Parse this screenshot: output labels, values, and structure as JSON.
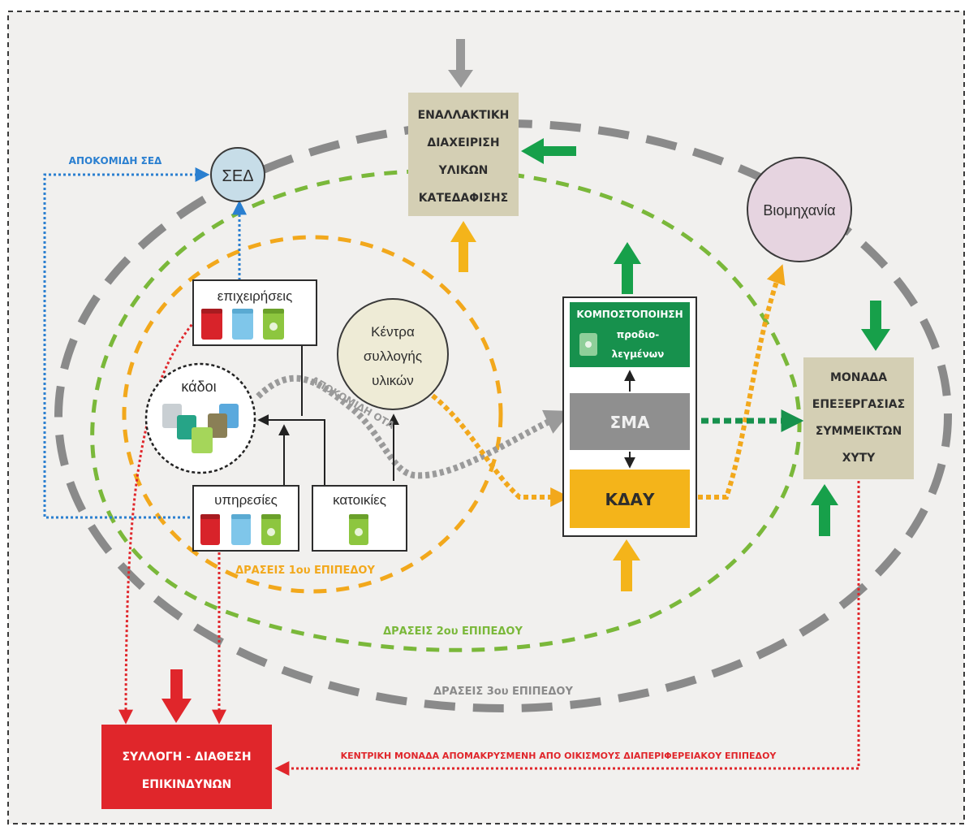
{
  "colors": {
    "background": "#f1f0ee",
    "border": "#3a3a3a",
    "level1": "#f2a81c",
    "level2": "#7ab83a",
    "level3": "#8a8a8a",
    "sed_blue": "#2a7fd0",
    "hazard_red": "#e0262b",
    "khtyt_bg": "#d4cfb4",
    "sma_gray": "#8f8f8f",
    "kdau_yellow": "#f4b41a",
    "compost_green": "#17914d",
    "industry_pink": "#e6d4e0",
    "sed_circle": "#c7dde8",
    "kentra_circle": "#eeebd6",
    "bin_red": "#d8232a",
    "bin_blue": "#7fc6ea",
    "bin_green": "#8dc63f"
  },
  "nodes": {
    "alt_management": [
      "ΕΝΑΛΛΑΚΤΙΚΗ",
      "ΔΙΑΧΕΙΡΙΣΗ",
      "ΥΛΙΚΩΝ",
      "ΚΑΤΕΔΑΦΙΣΗΣ"
    ],
    "sed": "ΣΕΔ",
    "industry": "Βιομηχανία",
    "epixeiriseis": "επιχειρήσεις",
    "kadoi": "κάδοι",
    "kentra": [
      "Κέντρα",
      "συλλογής",
      "υλικών"
    ],
    "ypiresies": "υπηρεσίες",
    "katoikies": "κατοικίες",
    "compost_title": "ΚΟΜΠΟΣΤΟΠΟΙΗΣΗ",
    "compost_sub": [
      "προδιο-",
      "λεγμένων"
    ],
    "sma": "ΣΜΑ",
    "kdau": "ΚΔΑΥ",
    "monada": [
      "ΜΟΝΑΔΑ",
      "ΕΠΕΞΕΡΓΑΣΙΑΣ",
      "ΣΥΜΜΕΙΚΤΩΝ",
      "ΧΥΤΥ"
    ],
    "hazard": [
      "ΣΥΛΛΟΓΗ  - ΔΙΑΘΕΣΗ",
      "ΕΠΙΚΙΝΔΥΝΩΝ"
    ]
  },
  "labels": {
    "sed_collection": "ΑΠΟΚΟΜΙΔΗ ΣΕΔ",
    "ota_collection": "ΑΠΟΚΟΜΙΔΗ ΟΤΑ",
    "level1": "ΔΡΑΣΕΙΣ 1ου ΕΠΙΠΕΔΟΥ",
    "level2": "ΔΡΑΣΕΙΣ 2ου ΕΠΙΠΕΔΟΥ",
    "level3": "ΔΡΑΣΕΙΣ 3ου ΕΠΙΠΕΔΟΥ",
    "central_unit": "ΚΕΝΤΡΙΚΗ ΜΟΝΑΔΑ ΑΠΟΜΑΚΡΥΣΜΕΝΗ ΑΠΟ ΟΙΚΙΣΜΟΥΣ ΔΙΑΠΕΡΙΦΕΡΕΙΑΚΟΥ ΕΠΙΠΕΔΟΥ"
  }
}
